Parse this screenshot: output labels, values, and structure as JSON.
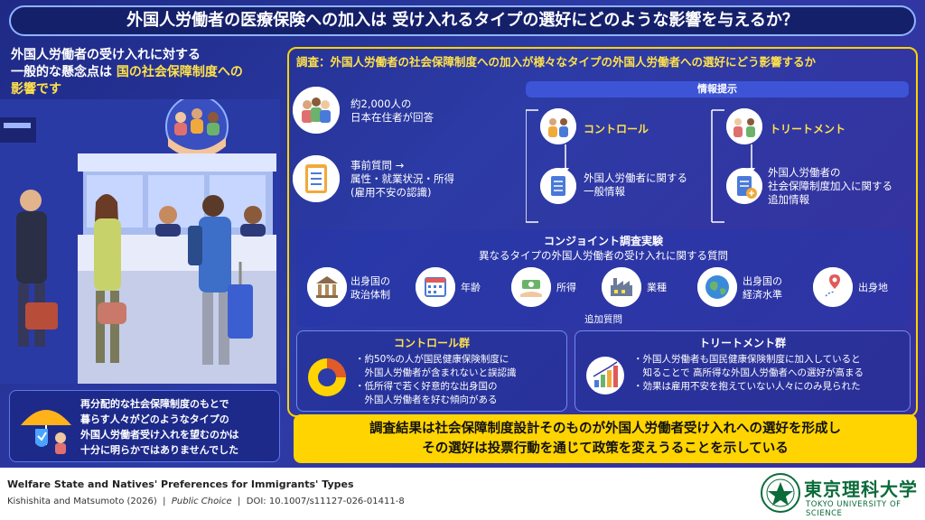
{
  "title": "外国人労働者の医療保険への加入は 受け入れるタイプの選好にどのような影響を与えるか？",
  "left_top": {
    "line1": "外国人労働者の受け入れに対する",
    "line2_a": "一般的な懸念点は ",
    "line2_b": "国の社会保障制度への",
    "line3": "影響です"
  },
  "left_bottom": {
    "line1": "再分配的な社会保障制度のもとで",
    "line2": "暮らす人々がどのようなタイプの",
    "line3": "外国人労働者受け入れを望むのかは",
    "line4": "十分に明らかではありませんでした"
  },
  "survey": {
    "heading": "調査：外国人労働者の社会保障制度への加入が様々なタイプの外国人労働者への選好にどう影響するか",
    "respondents_1": "約2,000人の",
    "respondents_2": "日本在住者が回答",
    "pre_1": "事前質問 →",
    "pre_2": "属性・就業状況・所得",
    "pre_3": "(雇用不安の認識)",
    "info_label": "情報提示",
    "control_label": "コントロール",
    "treatment_label": "トリートメント",
    "control_info_1": "外国人労働者に関する",
    "control_info_2": "一般情報",
    "treatment_info_1": "外国人労働者の",
    "treatment_info_2": "社会保障制度加入に関する",
    "treatment_info_3": "追加情報"
  },
  "conjoint": {
    "title": "コンジョイント調査実験",
    "subtitle": "異なるタイプの外国人労働者の受け入れに関する質問",
    "attributes": [
      {
        "l1": "出身国の",
        "l2": "政治体制"
      },
      {
        "l1": "年齢",
        "l2": ""
      },
      {
        "l1": "所得",
        "l2": ""
      },
      {
        "l1": "業種",
        "l2": ""
      },
      {
        "l1": "出身国の",
        "l2": "経済水準"
      },
      {
        "l1": "出身地",
        "l2": ""
      }
    ],
    "extra": "追加質問"
  },
  "control_group": {
    "title": "コントロール群",
    "b1_1": "・約50%の人が国民健康保険制度に",
    "b1_2": "　外国人労働者が含まれないと誤認識",
    "b2_1": "・低所得で若く好意的な出身国の",
    "b2_2": "　外国人労働者を好む傾向がある"
  },
  "treatment_group": {
    "title": "トリートメント群",
    "b1_1": "・外国人労働者も国民健康保険制度に加入していると",
    "b1_2": "　知ることで 高所得な外国人労働者への選好が高まる",
    "b2_1": "・効果は雇用不安を抱えていない人々にのみ見られた"
  },
  "result": {
    "line1": "調査結果は社会保障制度設計そのものが外国人労働者受け入れへの選好を形成し",
    "line2": "その選好は投票行動を通じて政策を変えうることを示している"
  },
  "footer": {
    "paper_title": "Welfare State and Natives' Preferences for Immigrants' Types",
    "authors": "Kishishita and Matsumoto (2026)",
    "sep": "|",
    "journal": "Public Choice",
    "doi": "DOI: 10.1007/s11127-026-01411-8"
  },
  "logo": {
    "name": "東京理科大学",
    "english": "TOKYO UNIVERSITY OF SCIENCE"
  },
  "colors": {
    "navy": "#1f2a86",
    "accent_yellow": "#ffd400",
    "logo_green": "#0b6b3a"
  }
}
